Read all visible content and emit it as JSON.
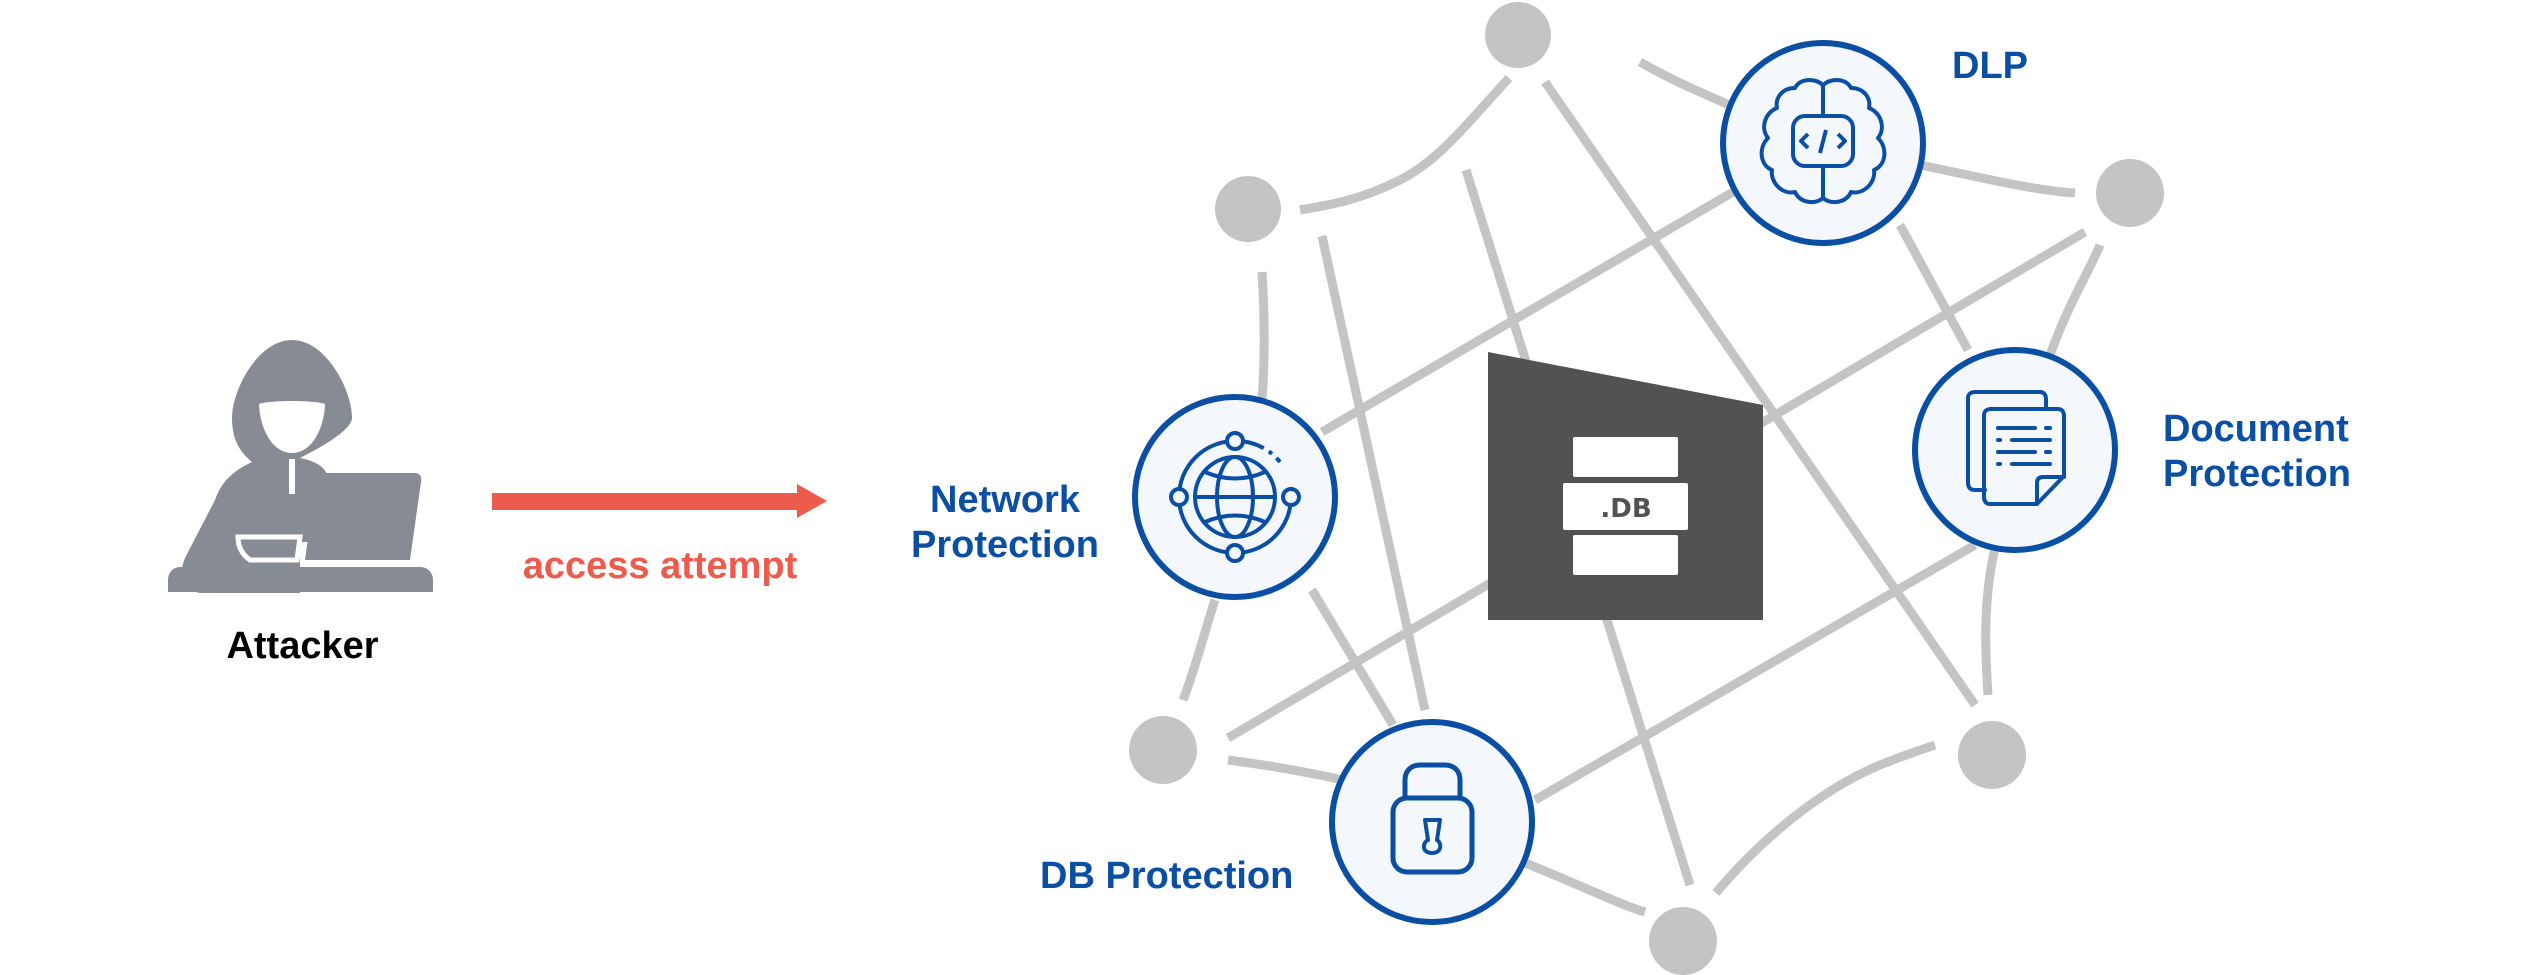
{
  "attacker": {
    "label": "Attacker",
    "icon": "hooded-hacker-laptop-icon"
  },
  "arrow": {
    "label": "access attempt",
    "color": "#ec5b4b"
  },
  "center": {
    "file_label": ".DB",
    "icon": "database-file-icon",
    "color": "#525252"
  },
  "protections": [
    {
      "id": "network",
      "label_lines": [
        "Network",
        "Protection"
      ],
      "icon": "globe-network-icon"
    },
    {
      "id": "dlp",
      "label_lines": [
        "DLP"
      ],
      "icon": "brain-code-icon"
    },
    {
      "id": "document",
      "label_lines": [
        "Document",
        "Protection"
      ],
      "icon": "documents-icon"
    },
    {
      "id": "db",
      "label_lines": [
        "DB Protection"
      ],
      "icon": "padlock-icon"
    }
  ],
  "colors": {
    "accent_blue": "#0a4fa3",
    "circle_fill": "#f4f8fd",
    "mesh_gray": "#c4c4c4",
    "attacker_gray": "#878b93"
  }
}
